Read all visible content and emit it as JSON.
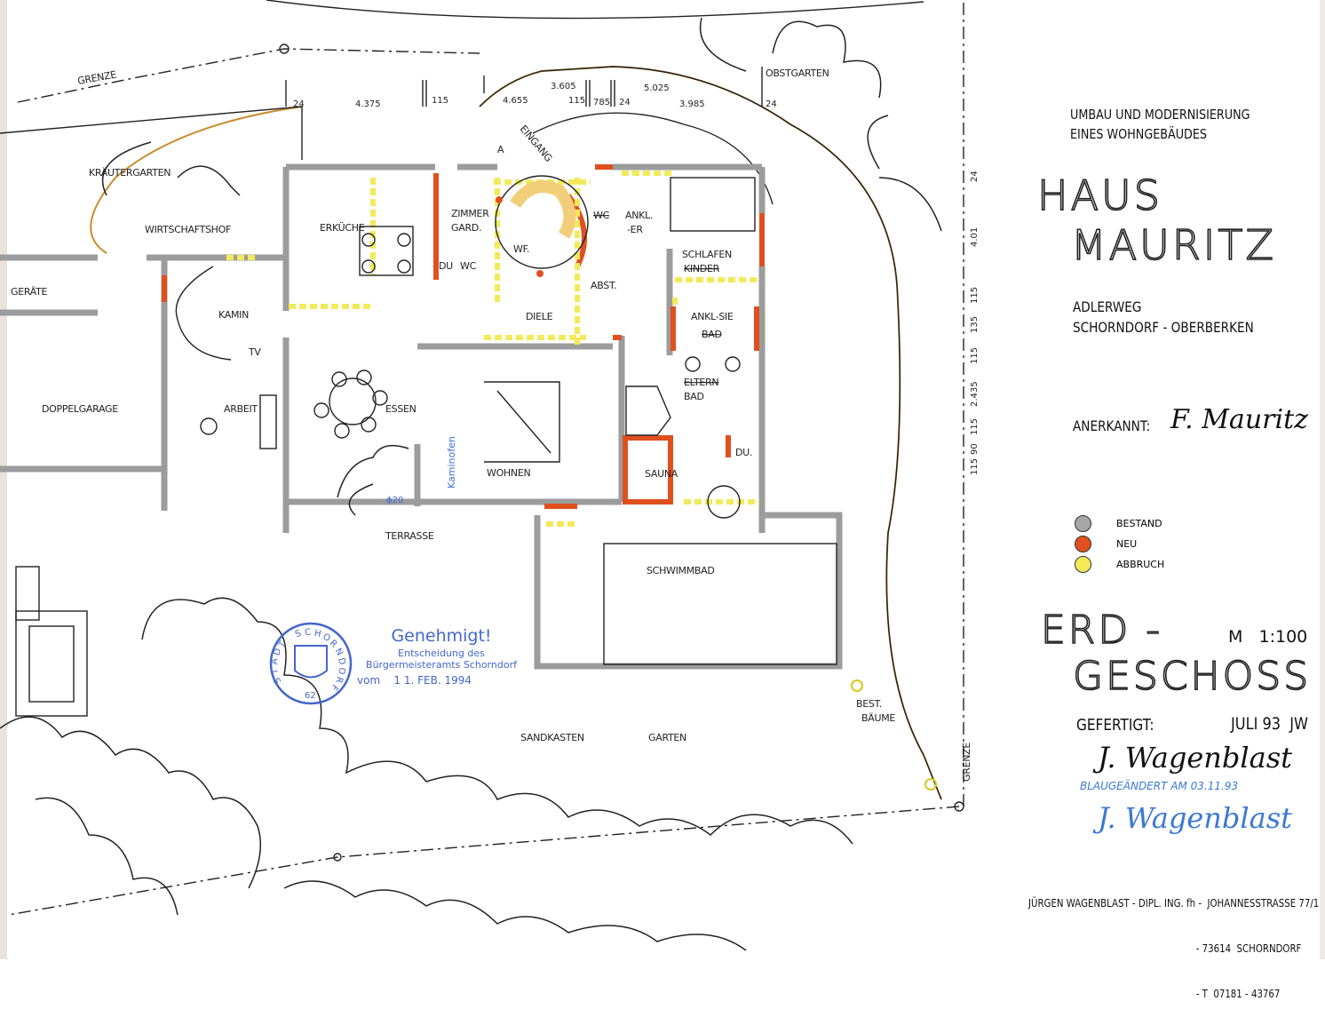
{
  "title_block": {
    "project_line1": "UMBAU UND MODERNISIERUNG",
    "project_line2": "EINES WOHNGEBÄUDES",
    "house_line1": "HAUS",
    "house_line2": "MAURITZ",
    "address_line1": "ADLERWEG",
    "address_line2": "SCHORNDORF - OBERBERKEN",
    "approved_label": "ANERKANNT:",
    "approved_signature": "F. Mauritz",
    "floor_line1": "ERD -",
    "floor_line2": "GESCHOSS",
    "scale": "M   1:100",
    "made_label": "GEFERTIGT:",
    "made_date": "JULI 93  JW",
    "made_signature": "J. Wagenblast",
    "revision_note": "BLAUGEÄNDERT AM 03.11.93",
    "revision_signature": "J. Wagenblast",
    "architect_line1": "JÜRGEN WAGENBLAST - DIPL. ING. fh -  JOHANNESSTRASSE 77/1",
    "architect_line2": "- 73614  SCHORNDORF",
    "architect_line3": "- T  07181 - 43767"
  },
  "legend": [
    {
      "label": "BESTAND",
      "color": "#a6a6a6"
    },
    {
      "label": "NEU",
      "color": "#e0501e"
    },
    {
      "label": "ABBRUCH",
      "color": "#f3ea5a"
    }
  ],
  "stamp": {
    "seal_text": "STADT SCHORNDORF",
    "seal_number": "62",
    "heading": "Genehmigt!",
    "line1": "Entscheidung des",
    "line2": "Bürgermeisteramts Schorndorf",
    "date_prefix": "vom",
    "date": "1 1. FEB. 1994",
    "color": "#4466cc"
  },
  "rooms": {
    "grenze_top": "GRENZE",
    "grenze_right": "GRENZE",
    "obstgarten": "OBSTGARTEN",
    "kraeutergarten": "KRÄUTERGARTEN",
    "wirtschaftshof": "WIRTSCHAFTSHOF",
    "geraete": "GERÄTE",
    "doppelgarage": "DOPPELGARAGE",
    "kamin": "KAMIN",
    "tv": "TV",
    "arbeit": "ARBEIT",
    "eingang": "EINGANG",
    "erkueche": "ERKÜCHE",
    "zimmer_gard_1": "ZIMMER",
    "zimmer_gard_2": "GARD.",
    "du": "DU",
    "wc": "WC",
    "wf": "WF.",
    "wc2": "WC",
    "ankl_er_1": "ANKL.",
    "ankl_er_2": "-ER",
    "abst": "ABST.",
    "diele": "DIELE",
    "schlafen": "SCHLAFEN",
    "kinder": "KINDER",
    "ankl_sie": "ANKL-SIE",
    "bad": "BAD",
    "eltern": "ELTERN",
    "eltern_bad": "BAD",
    "essen": "ESSEN",
    "wohnen": "WOHNEN",
    "sauna": "SAUNA",
    "du2": "DU.",
    "terrasse": "TERRASSE",
    "kaminofen": "Kaminofen",
    "phi20": "ϕ20",
    "schwimmbad": "SCHWIMMBAD",
    "sandkasten": "SANDKASTEN",
    "garten": "GARTEN",
    "best_baeume_1": "BEST.",
    "best_baeume_2": "BÄUME",
    "section_a": "A"
  },
  "dimensions_top": [
    "24",
    "4.375",
    "115",
    "4.655",
    "3.605",
    "115",
    "785",
    "24",
    "5.025",
    "3.985",
    "24"
  ],
  "dimensions_right": [
    "24",
    "4.01",
    "115",
    "135",
    "115",
    "2.435",
    "115",
    "90",
    "115"
  ]
}
